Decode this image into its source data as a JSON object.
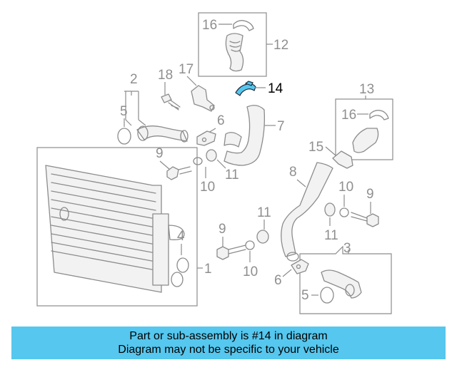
{
  "callouts": {
    "c16a": "16",
    "c12": "12",
    "c14": "14",
    "c18": "18",
    "c17": "17",
    "c2": "2",
    "c13": "13",
    "c5a": "5",
    "c6a": "6",
    "c7": "7",
    "c16b": "16",
    "c9a": "9",
    "c10a": "10",
    "c11a": "11",
    "c15": "15",
    "c8": "8",
    "c10b": "10",
    "c9b": "9",
    "c11b": "11",
    "c11c": "11",
    "c4": "4",
    "c9c": "9",
    "c10c": "10",
    "c1": "1",
    "c3": "3",
    "c6b": "6",
    "c5b": "5"
  },
  "highlight_part": "14",
  "colors": {
    "highlight": "#56c7ee",
    "banner": "#56c7ee",
    "lines": "#8c8c8c",
    "text_gray": "#8f8f8f"
  },
  "banner": {
    "line1": "Part or sub-assembly is #14 in diagram",
    "line2": "Diagram may not be specific to your vehicle"
  }
}
